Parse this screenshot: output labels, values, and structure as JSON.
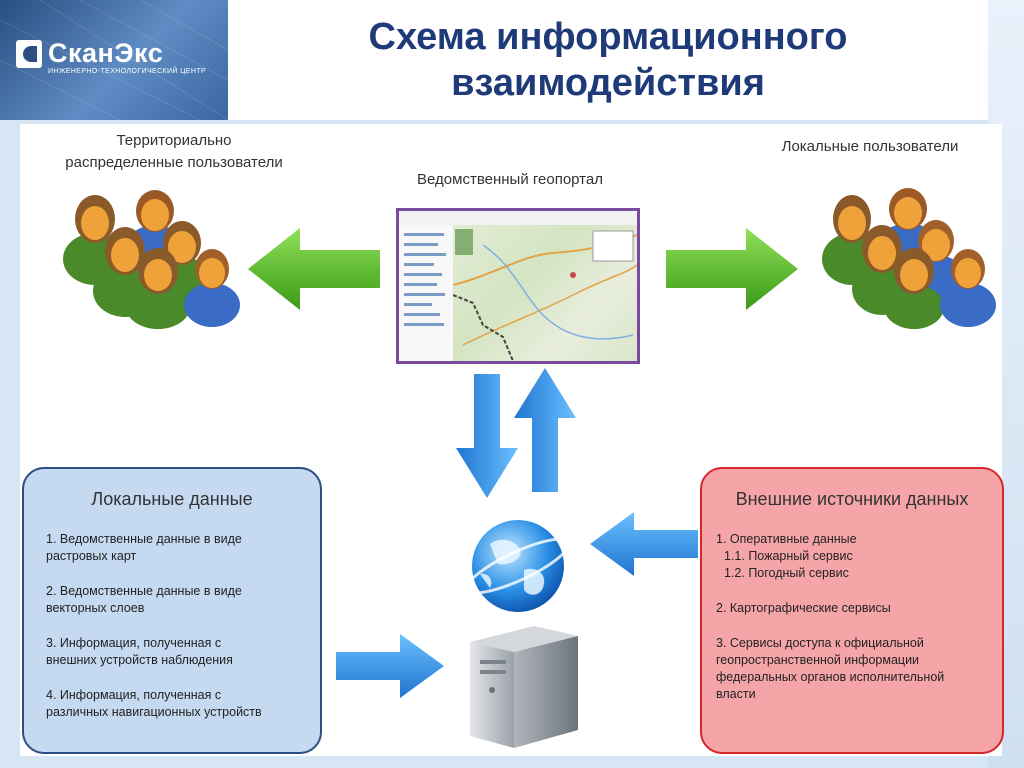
{
  "logo": {
    "name": "СканЭкс",
    "subtitle": "ИНЖЕНЕРНО-ТЕХНОЛОГИЧЕСКИЙ ЦЕНТР"
  },
  "title": {
    "line1": "Схема информационного",
    "line2": "взаимодействия"
  },
  "labels": {
    "distributed_users_line1": "Территориально",
    "distributed_users_line2": "распределенные пользователи",
    "local_users": "Локальные пользователи",
    "geoportal": "Ведомственный геопортал"
  },
  "local_data": {
    "title": "Локальные данные",
    "items": [
      {
        "line1": "1. Ведомственные данные в виде",
        "line2": "растровых карт"
      },
      {
        "line1": "2. Ведомственные данные в виде",
        "line2": "векторных слоев"
      },
      {
        "line1": "3. Информация, полученная с",
        "line2": "внешних устройств наблюдения"
      },
      {
        "line1": "4. Информация, полученная с",
        "line2": "различных навигационных устройств"
      }
    ]
  },
  "external_data": {
    "title": "Внешние источники данных",
    "lines": [
      "1. Оперативные данные",
      "1.1. Пожарный сервис",
      "1.2. Погодный сервис",
      "2. Картографические сервисы",
      "3. Сервисы доступа к официальной",
      "геопространственной информации",
      "федеральных органов исполнительной",
      "власти"
    ]
  },
  "colors": {
    "title": "#1f3a78",
    "local_box_fill": "#c5d9f0",
    "local_box_border": "#2c4f82",
    "external_box_fill": "#f5a5a8",
    "external_box_border": "#d6262c",
    "green_arrow": "#4fb51f",
    "blue_arrow": "#2e8fe0",
    "portal_frame": "#7a4a9e"
  },
  "icons": [
    "users-group-icon",
    "map-screenshot",
    "globe-icon",
    "server-icon",
    "arrow-icon"
  ]
}
